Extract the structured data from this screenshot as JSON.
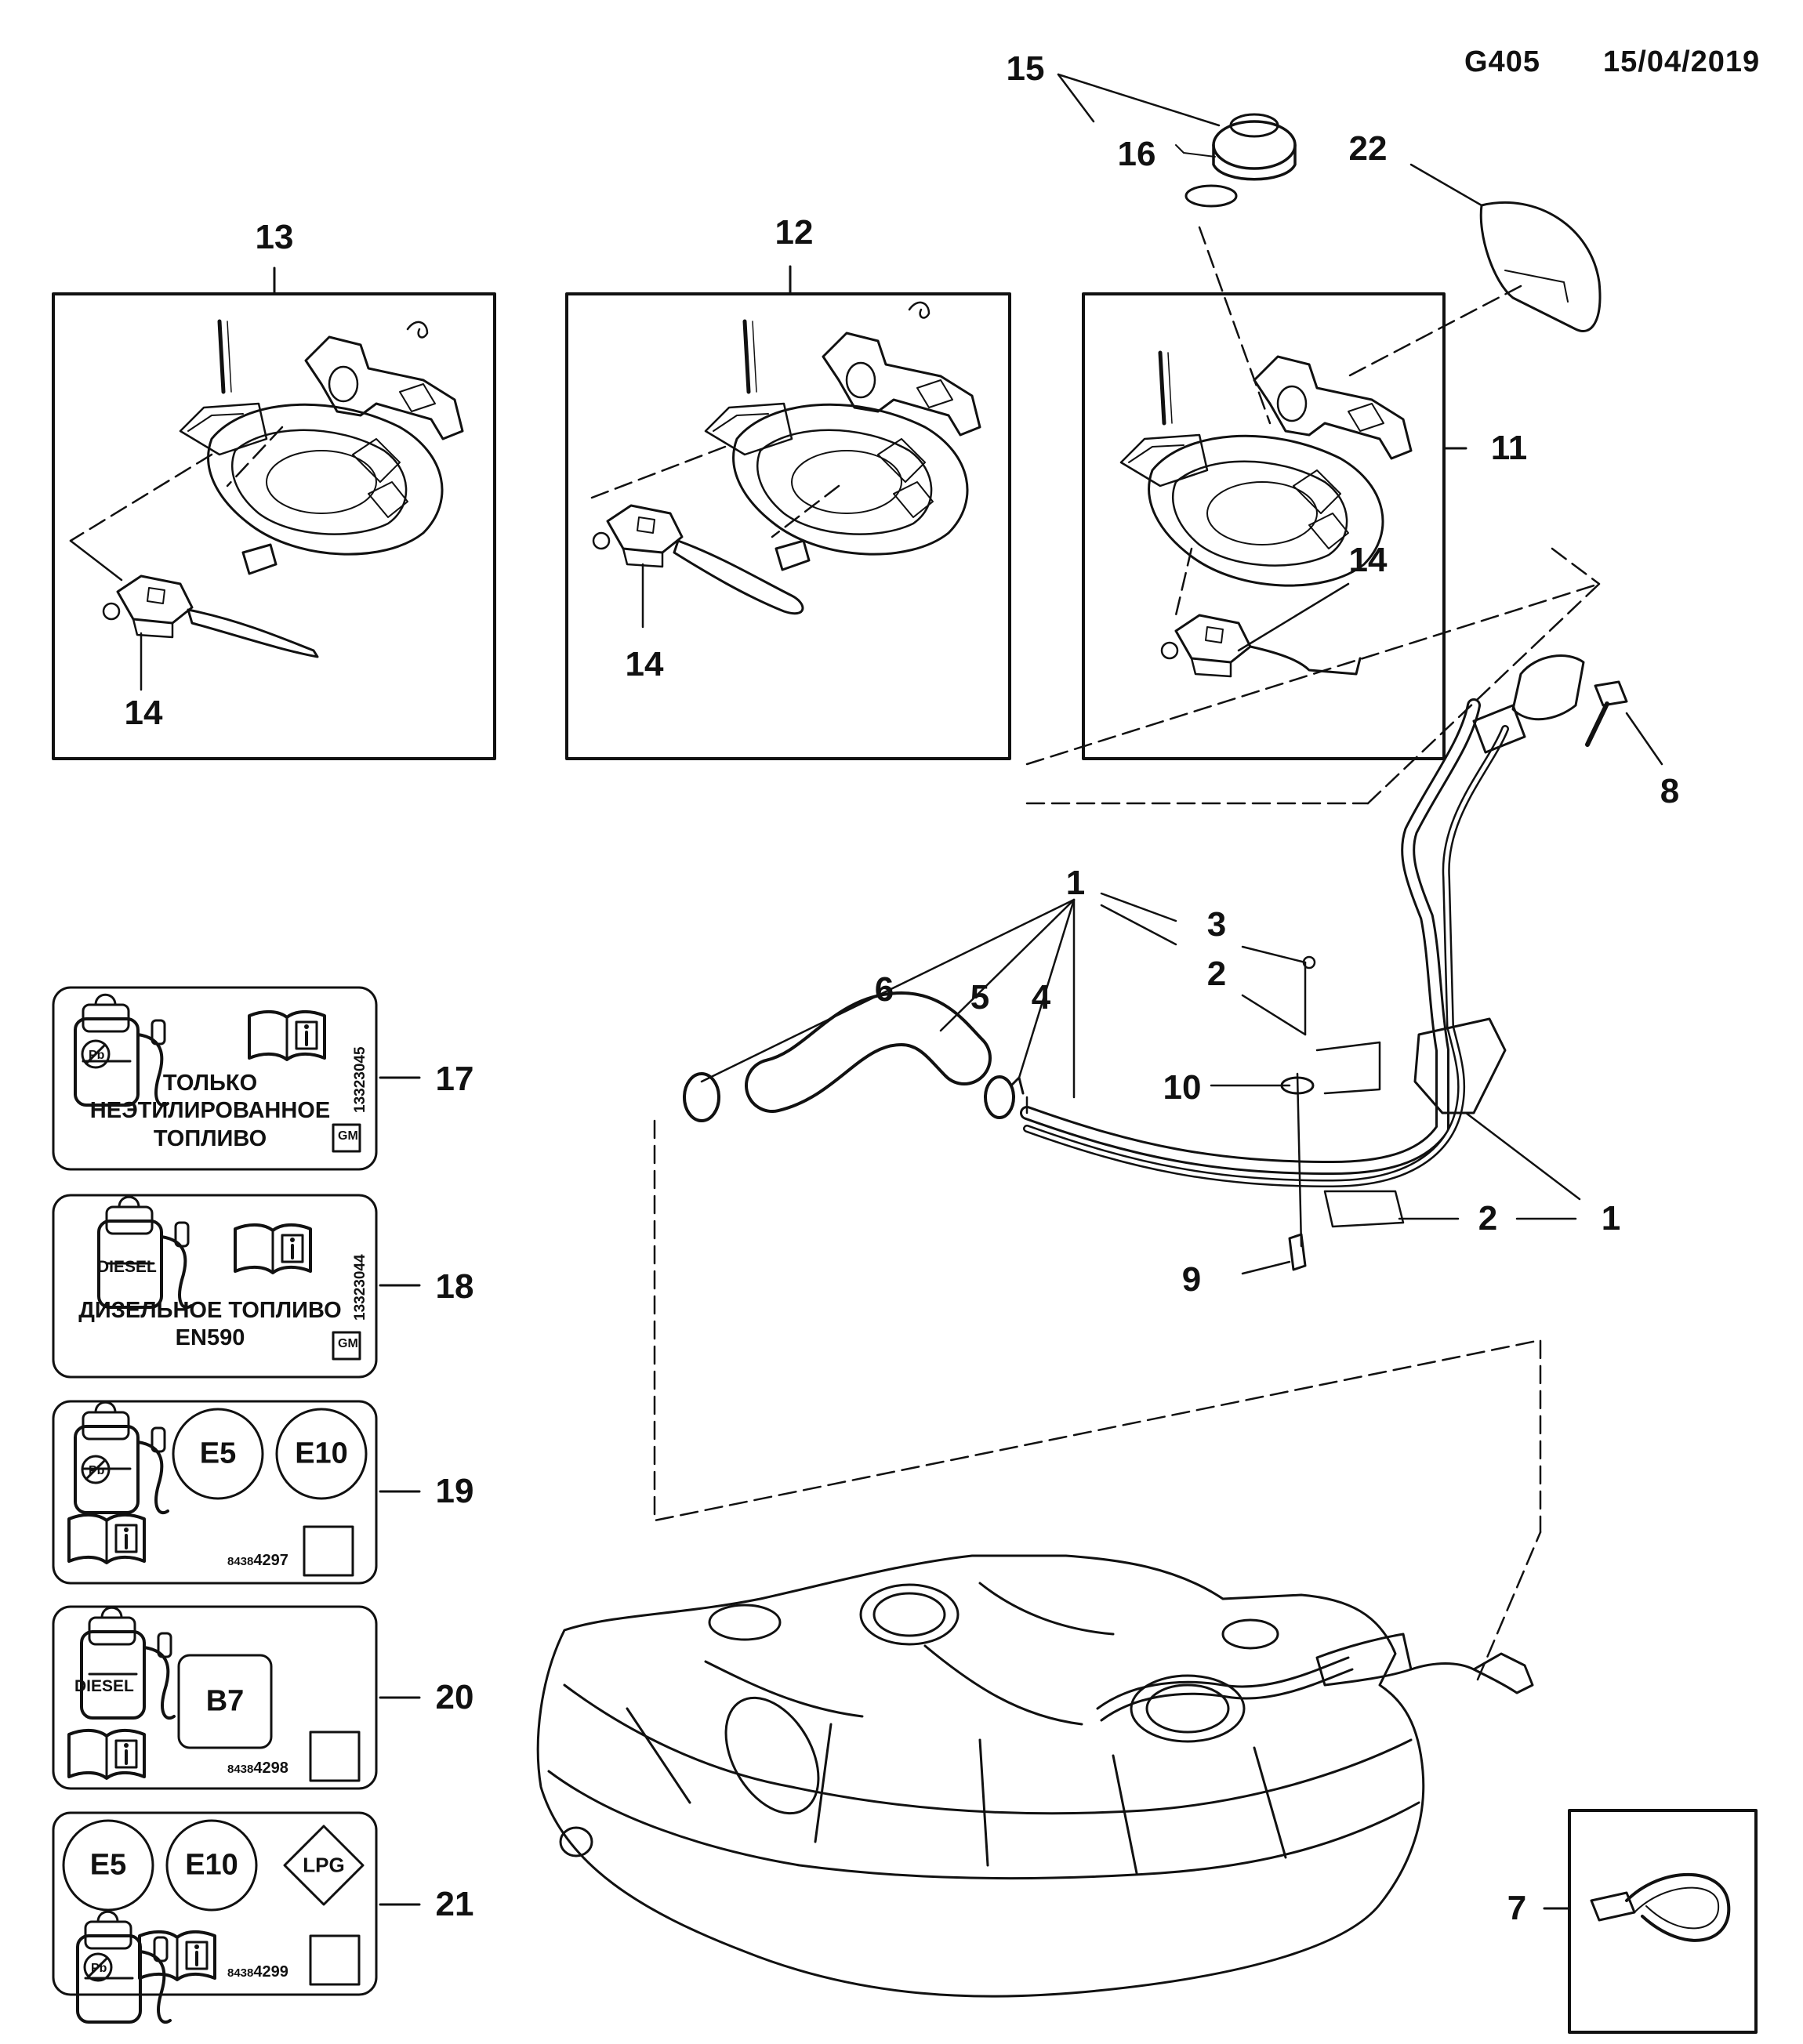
{
  "header": {
    "code": "G405",
    "date": "15/04/2019"
  },
  "callouts": [
    "1",
    "1",
    "1",
    "2",
    "2",
    "3",
    "4",
    "5",
    "6",
    "7",
    "8",
    "9",
    "10",
    "11",
    "12",
    "13",
    "14",
    "14",
    "14",
    "15",
    "16",
    "17",
    "18",
    "19",
    "20",
    "21",
    "22"
  ],
  "labels": {
    "l17": {
      "line1": "ТОЛЬКО",
      "line2": "НЕЭТИЛИРОВАННОЕ",
      "line3": "ТОПЛИВО",
      "code": "13323045",
      "gm": "GM"
    },
    "l18": {
      "diesel": "DIESEL",
      "line1": "ДИЗЕЛЬНОЕ ТОПЛИВО",
      "line2": "EN590",
      "code": "13323044",
      "gm": "GM"
    },
    "l19": {
      "e5": "E5",
      "e10": "E10",
      "partno_prefix": "8438",
      "partno_main": "4297"
    },
    "l20": {
      "diesel": "DIESEL",
      "b7": "B7",
      "partno_prefix": "8438",
      "partno_main": "4298"
    },
    "l21": {
      "e5": "E5",
      "e10": "E10",
      "lpg": "LPG",
      "partno_prefix": "8438",
      "partno_main": "4299"
    }
  },
  "icons": [
    "fuel-pump-icon",
    "unleaded-pb-icon",
    "manual-book-icon",
    "fuel-filler-lid-assembly",
    "fuel-filler-pipe",
    "fuel-tank",
    "cable-tie"
  ]
}
